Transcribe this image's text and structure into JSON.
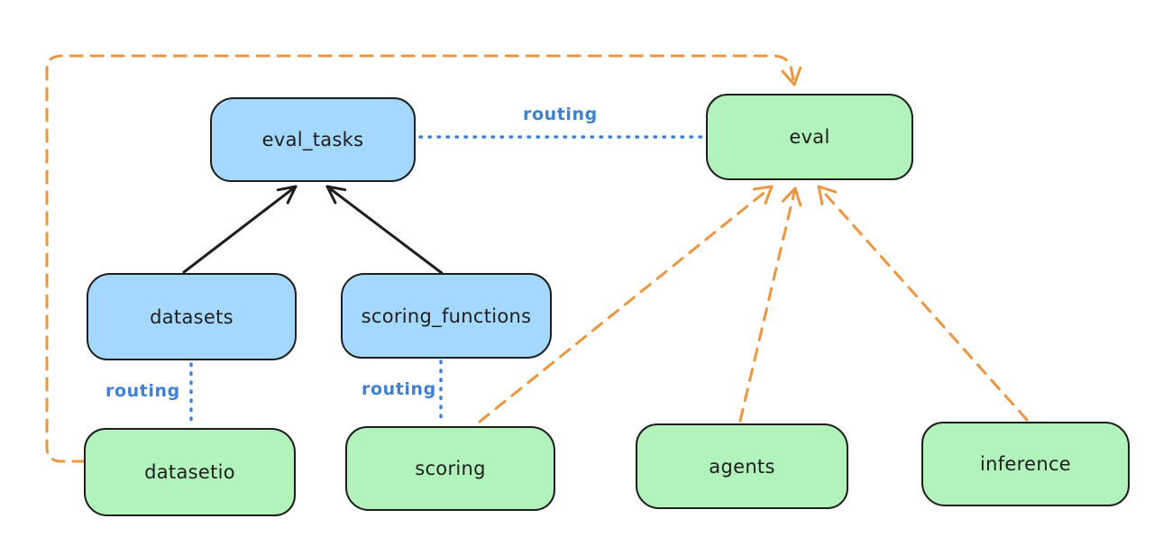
{
  "diagram": {
    "colors": {
      "blue_fill": "#a5d8ff",
      "green_fill": "#b2f2bb",
      "stroke": "#1e1e1e",
      "routing_blue": "#4080d0",
      "orange": "#ec9740",
      "bg": "#ffffff"
    },
    "nodes": {
      "eval_tasks": {
        "label": "eval_tasks",
        "kind": "resource"
      },
      "eval": {
        "label": "eval",
        "kind": "api"
      },
      "datasets": {
        "label": "datasets",
        "kind": "resource"
      },
      "scoring_functions": {
        "label": "scoring_functions",
        "kind": "resource"
      },
      "datasetio": {
        "label": "datasetio",
        "kind": "api"
      },
      "scoring": {
        "label": "scoring",
        "kind": "api"
      },
      "agents": {
        "label": "agents",
        "kind": "api"
      },
      "inference": {
        "label": "inference",
        "kind": "api"
      }
    },
    "edges": [
      {
        "from": "datasets",
        "to": "eval_tasks",
        "style": "solid-black-arrow",
        "label": ""
      },
      {
        "from": "scoring_functions",
        "to": "eval_tasks",
        "style": "solid-black-arrow",
        "label": ""
      },
      {
        "from": "eval_tasks",
        "to": "eval",
        "style": "dotted-blue",
        "label": "routing"
      },
      {
        "from": "datasets",
        "to": "datasetio",
        "style": "dotted-blue",
        "label": "routing"
      },
      {
        "from": "scoring_functions",
        "to": "scoring",
        "style": "dotted-blue",
        "label": "routing"
      },
      {
        "from": "datasetio",
        "to": "eval",
        "style": "dashed-orange-arrow",
        "label": ""
      },
      {
        "from": "scoring",
        "to": "eval",
        "style": "dashed-orange-arrow",
        "label": ""
      },
      {
        "from": "agents",
        "to": "eval",
        "style": "dashed-orange-arrow",
        "label": ""
      },
      {
        "from": "inference",
        "to": "eval",
        "style": "dashed-orange-arrow",
        "label": ""
      }
    ]
  }
}
